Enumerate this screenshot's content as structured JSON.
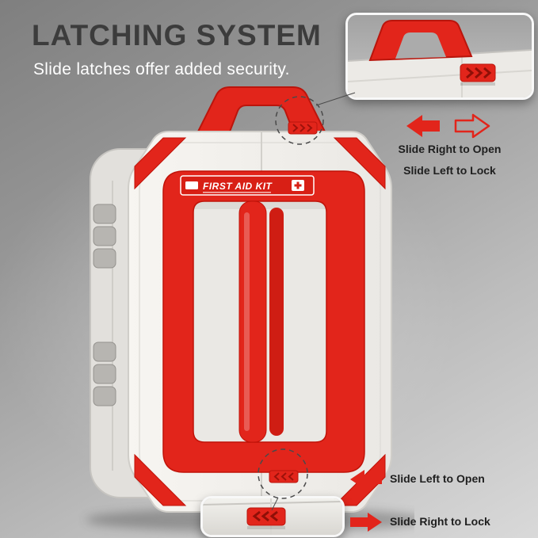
{
  "header": {
    "title": "LATCHING SYSTEM",
    "subtitle": "Slide latches offer added security."
  },
  "product": {
    "label": "FIRST AID KIT"
  },
  "top_callout": {
    "open_label": "Slide Right to Open",
    "lock_label": "Slide Left to Lock"
  },
  "bottom_callout": {
    "open_label": "Slide Left to Open",
    "lock_label": "Slide Right to Lock"
  },
  "icons": {
    "top_open_arrow": "solid-left-block-arrow",
    "top_lock_arrow": "outline-right-block-arrow",
    "bottom_open_arrow": "solid-left-block-arrow",
    "bottom_lock_arrow": "solid-right-block-arrow",
    "latch_marks": "triple-chevron",
    "magnifier_marks": "dashed-circle"
  },
  "colors": {
    "accent_red": "#e2251b",
    "accent_red_dark": "#bb150c",
    "title_text": "#3c3c3c",
    "subtitle_text": "#ffffff",
    "annotation_text": "#1f1f1f",
    "case_white": "#f6f4f0",
    "background_top": "#7f7f7f",
    "background_bottom": "#d9d9d9"
  }
}
